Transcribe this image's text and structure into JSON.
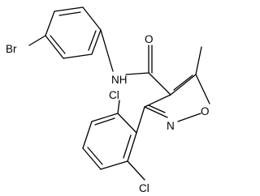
{
  "molecule": {
    "atom_labels": {
      "br": "Br",
      "nh": "NH",
      "o_carbonyl": "O",
      "n_ring": "N",
      "o_ring": "O",
      "cl_top": "Cl",
      "cl_bottom": "Cl"
    }
  },
  "colors": {
    "bond": "#000000",
    "label": "#000000",
    "background": "#ffffff"
  }
}
